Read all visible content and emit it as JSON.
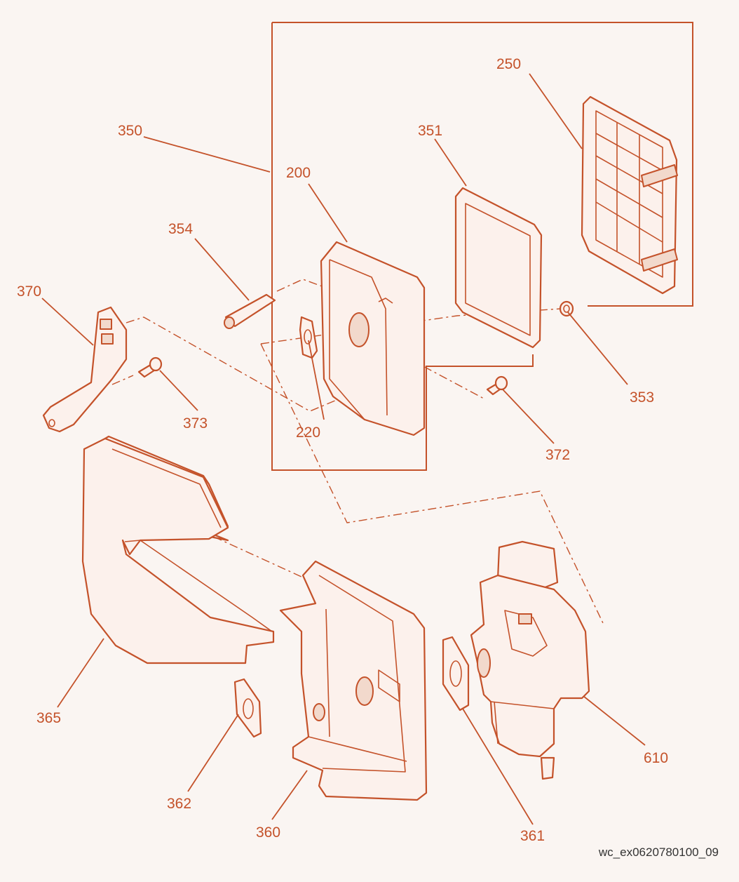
{
  "colors": {
    "line": "#c4522a",
    "background": "#faf5f2",
    "reference_text": "#333333"
  },
  "part_labels": [
    "350",
    "250",
    "351",
    "200",
    "354",
    "370",
    "373",
    "220",
    "353",
    "372",
    "365",
    "362",
    "360",
    "361",
    "610"
  ],
  "reference_code": "wc_ex0620780100_09"
}
